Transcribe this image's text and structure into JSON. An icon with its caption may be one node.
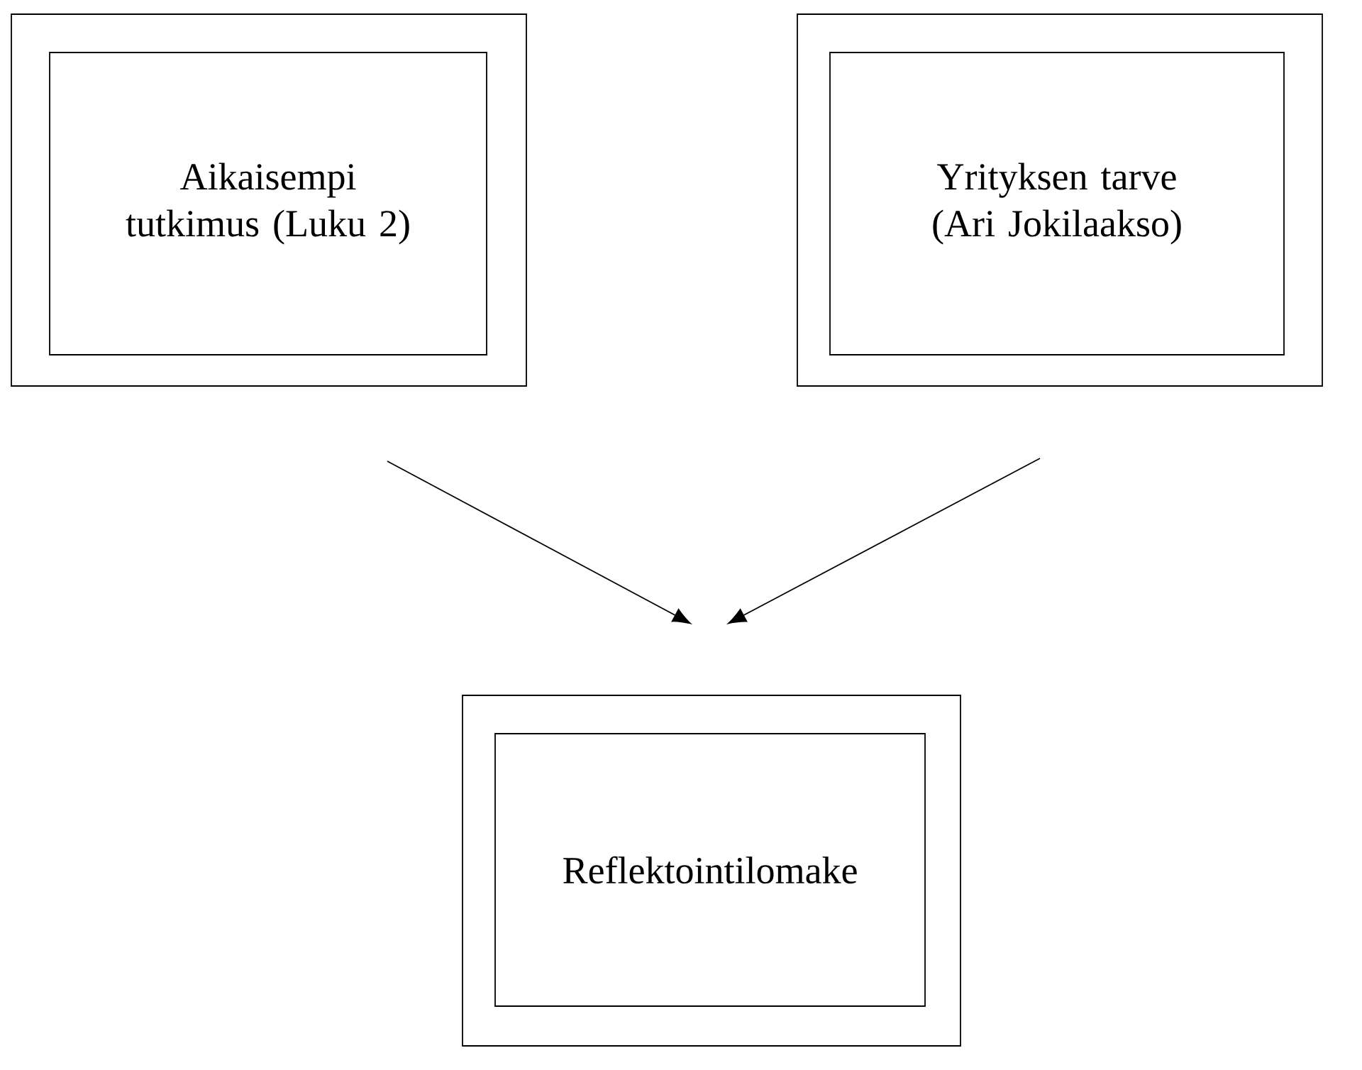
{
  "diagram": {
    "nodes": [
      {
        "text": [
          "Aikaisempi tutkimus (Luku 2)"
        ]
      },
      {
        "text": [
          "Yrityksen tarve (Ari Jokilaakso)"
        ]
      },
      {
        "text": [
          "Reflektointilomake"
        ]
      }
    ],
    "edges": [
      {
        "from": 0,
        "to": 2,
        "arrow": "to"
      },
      {
        "from": 1,
        "to": 2,
        "arrow": "to"
      }
    ]
  }
}
